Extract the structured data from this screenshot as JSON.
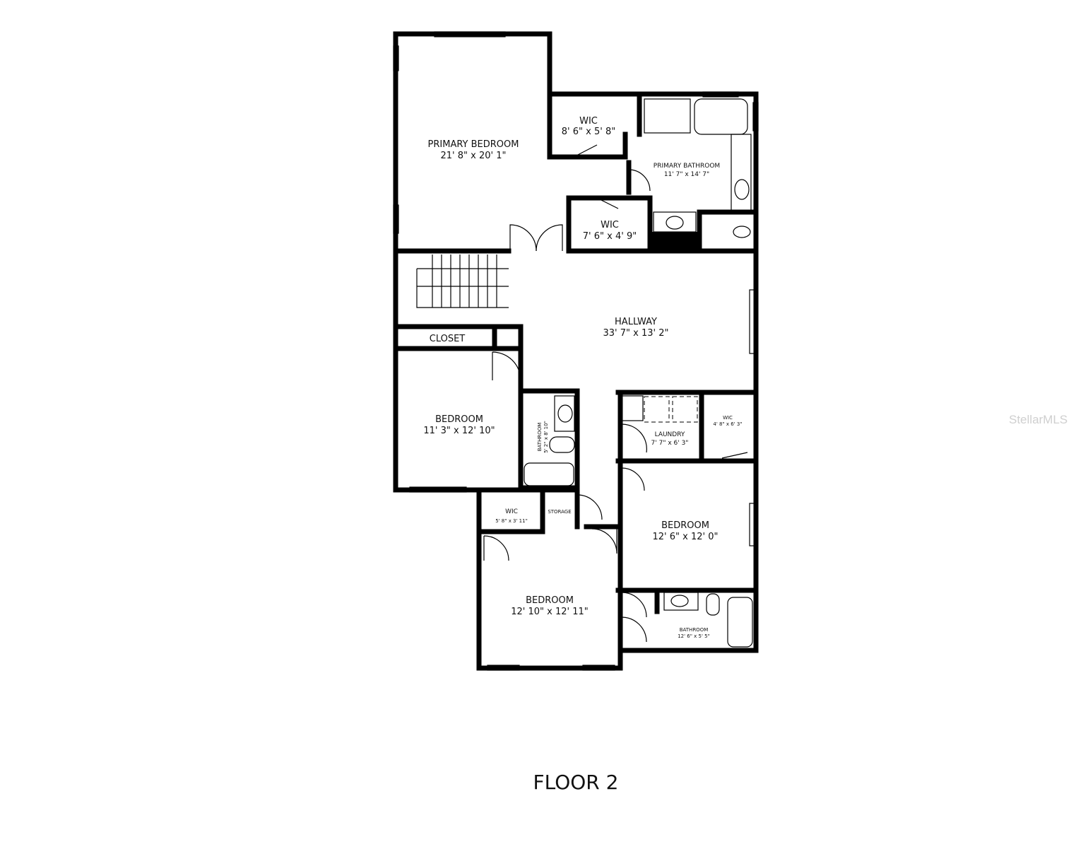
{
  "rooms": {
    "primary_bedroom": {
      "name": "PRIMARY BEDROOM",
      "dims": "21' 8\" x 20' 1\""
    },
    "wic_upper": {
      "name": "WIC",
      "dims": "8' 6\" x 5' 8\""
    },
    "primary_bathroom": {
      "name": "PRIMARY BATHROOM",
      "dims": "11' 7\" x 14' 7\""
    },
    "wic_lower": {
      "name": "WIC",
      "dims": "7' 6\" x 4' 9\""
    },
    "hallway": {
      "name": "HALLWAY",
      "dims": "33' 7\" x 13' 2\""
    },
    "closet": {
      "name": "CLOSET"
    },
    "bedroom_left": {
      "name": "BEDROOM",
      "dims": "11' 3\" x 12' 10\""
    },
    "bathroom_small": {
      "name": "BATHROOM",
      "dims": "5' 2\" x 8' 10\""
    },
    "laundry": {
      "name": "LAUNDRY",
      "dims": "7' 7\" x 6' 3\""
    },
    "wic_laundry": {
      "name": "WIC",
      "dims": "4' 8\" x 6' 3\""
    },
    "wic_bottom": {
      "name": "WIC",
      "dims": "5' 8\" x 3' 11\""
    },
    "storage": {
      "name": "STORAGE"
    },
    "bedroom_right": {
      "name": "BEDROOM",
      "dims": "12' 6\" x 12' 0\""
    },
    "bedroom_bottom": {
      "name": "BEDROOM",
      "dims": "12' 10\" x 12' 11\""
    },
    "bathroom_bottom": {
      "name": "BATHROOM",
      "dims": "12' 6\" x 5' 5\""
    }
  },
  "floor_label": "FLOOR 2",
  "watermark": "StellarMLS"
}
